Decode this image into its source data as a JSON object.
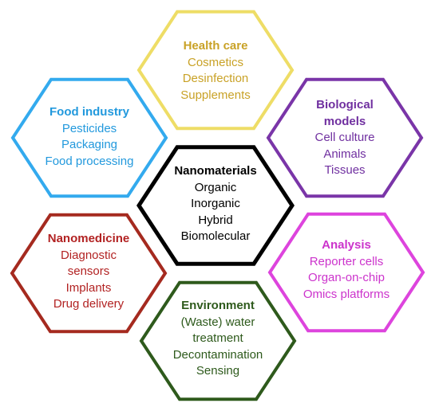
{
  "hexagons": [
    {
      "id": "center",
      "title_lines": [
        "Nanomaterials"
      ],
      "items": [
        "Organic",
        "Inorganic",
        "Hybrid",
        "Biomolecular"
      ],
      "color": "#000000"
    },
    {
      "id": "health-care",
      "title_lines": [
        "Health care"
      ],
      "items": [
        "Cosmetics",
        "Desinfection",
        "Supplements"
      ],
      "color": "#c9a227",
      "border_color": "#eedd66"
    },
    {
      "id": "food-industry",
      "title_lines": [
        "Food industry"
      ],
      "items": [
        "Pesticides",
        "Packaging",
        "Food processing"
      ],
      "color": "#2299dd",
      "border_color": "#33aaee"
    },
    {
      "id": "biological-models",
      "title_lines": [
        "Biological",
        "models"
      ],
      "items": [
        "Cell culture",
        "Animals",
        "Tissues"
      ],
      "color": "#7030a0",
      "border_color": "#7a35a8"
    },
    {
      "id": "nanomedicine",
      "title_lines": [
        "Nanomedicine"
      ],
      "items": [
        "Diagnostic",
        "sensors",
        "Implants",
        "Drug delivery"
      ],
      "color": "#b22222",
      "border_color": "#a52a1f"
    },
    {
      "id": "analysis",
      "title_lines": [
        "Analysis"
      ],
      "items": [
        "Reporter cells",
        "Organ-on-chip",
        "Omics platforms"
      ],
      "color": "#cc33cc",
      "border_color": "#dd44dd"
    },
    {
      "id": "environment",
      "title_lines": [
        "Environment"
      ],
      "items": [
        "(Waste) water",
        "treatment",
        "Decontamination",
        "Sensing"
      ],
      "color": "#2e5a1c",
      "border_color": "#2e5a1c"
    }
  ]
}
